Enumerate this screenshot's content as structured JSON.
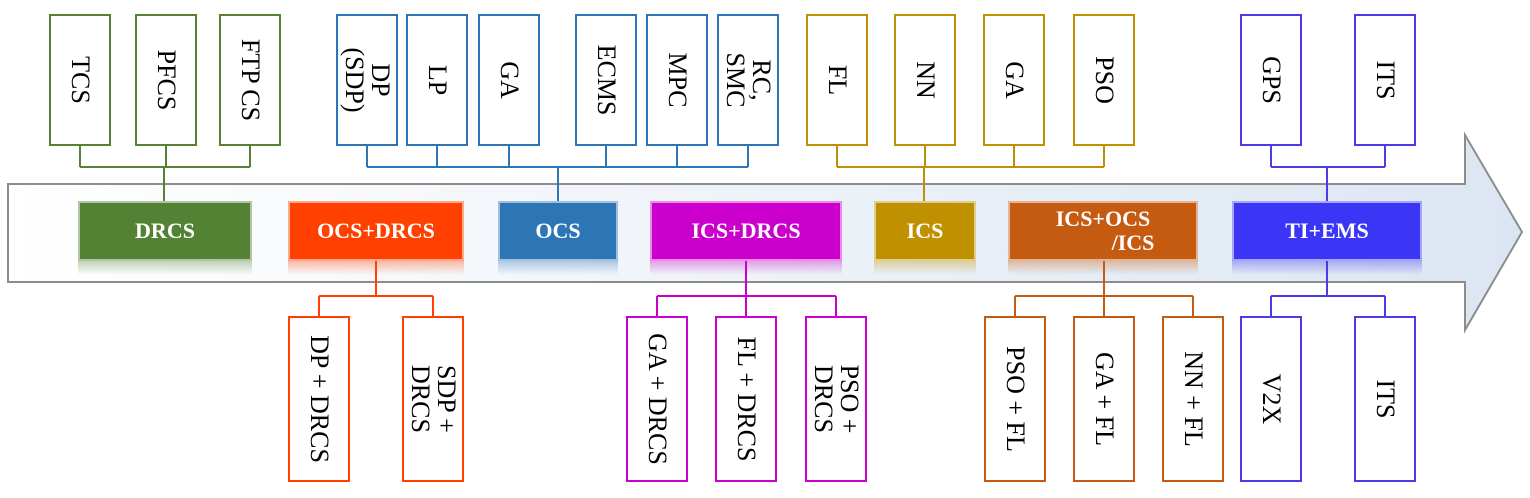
{
  "colors": {
    "drcs": "#548235",
    "ocs_drcs": "#FF4000",
    "ocs": "#2E75B6",
    "ics_drcs": "#CC00CC",
    "ics": "#BF9000",
    "ics_ocs": "#C55A11",
    "ti_ems": "#3B36F5",
    "green_line": "#548235",
    "blue_line": "#2E75B6",
    "gold_line": "#BF9000",
    "purple_line": "#4B3BE8",
    "red_line": "#FF4000",
    "magenta_line": "#CC00CC",
    "orange_line": "#C55A11",
    "arrow_stroke": "#8C8C8C"
  },
  "categories": [
    {
      "id": "drcs",
      "label": "DRCS",
      "color": "#548235"
    },
    {
      "id": "ocs_drcs",
      "label": "OCS+DRCS",
      "color": "#FF4000"
    },
    {
      "id": "ocs",
      "label": "OCS",
      "color": "#2E75B6"
    },
    {
      "id": "ics_drcs",
      "label": "ICS+DRCS",
      "color": "#CC00CC"
    },
    {
      "id": "ics",
      "label": "ICS",
      "color": "#BF9000"
    },
    {
      "id": "ics_ocs",
      "label": "ICS+OCS\n/ICS",
      "color": "#C55A11"
    },
    {
      "id": "ti_ems",
      "label": "TI+EMS",
      "color": "#3B36F5"
    }
  ],
  "top_boxes": {
    "drcs": [
      "TCS",
      "PFCS",
      "FTP CS"
    ],
    "ocs": [
      "DP\n(SDP)",
      "LP",
      "GA",
      "ECMS",
      "MPC",
      "RC,\nSMC"
    ],
    "ics": [
      "FL",
      "NN",
      "GA",
      "PSO"
    ],
    "ti_ems": [
      "GPS",
      "ITS"
    ]
  },
  "bottom_boxes": {
    "ocs_drcs": [
      "DP + DRCS",
      "SDP +\nDRCS"
    ],
    "ics_drcs": [
      "GA + DRCS",
      "FL + DRCS",
      "PSO +\nDRCS"
    ],
    "ics_ocs": [
      "PSO + FL",
      "GA + FL",
      "NN + FL"
    ],
    "ti_ems": [
      "V2X",
      "ITS"
    ]
  }
}
